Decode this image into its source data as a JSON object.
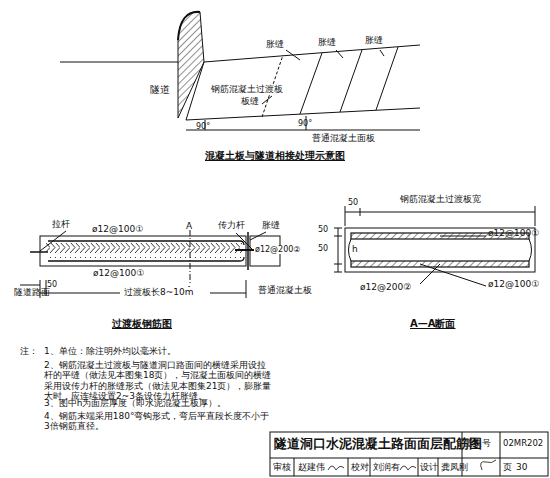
{
  "diagram": {
    "title": "隧道洞口水泥混凝土路面面层配筋图",
    "labels": [
      "隧道",
      "钢筋混凝土过渡板",
      "胀缝",
      "胀缝",
      "胀缝",
      "板缝",
      "90°",
      "90°",
      "普通混凝土面板",
      "混凝土板与隧道相接处理示意图",
      "拉杆",
      "ø12@100①",
      "A",
      "传力杆",
      "胀缝",
      "ø12@200②",
      "ø12@100①",
      "A",
      "50",
      "隧道路面",
      "过渡板长8~10m",
      "普通混凝土板",
      "过渡板钢筋图",
      "钢筋混凝土过渡板宽",
      "50",
      "50",
      "50",
      "h",
      "ø12@100①",
      "ø12@200②",
      "ø12@100①",
      "A—A断面",
      "注：",
      "1、单位：除注明外均以毫米计。",
      "2、钢筋混凝土过渡板与隧道洞口路面间的横缝采用设拉杆的平缝（做法见本图集18页），与混凝土面板间的横缝采用设传力杆的胀缝形式（做法见本图集21页），膨胀量大时，应连续设置2~3条设传力杆胀缝。",
      "3、图中h为面层厚度（即水泥混凝土板厚）。",
      "4、钢筋末端采用180°弯钩形式，弯后平直段长度不小于3倍钢筋直径。",
      "图集号",
      "02MR202",
      "审核",
      "赵建伟",
      "校对",
      "刘润有",
      "设计",
      "龚凤刚",
      "页",
      "30"
    ]
  }
}
